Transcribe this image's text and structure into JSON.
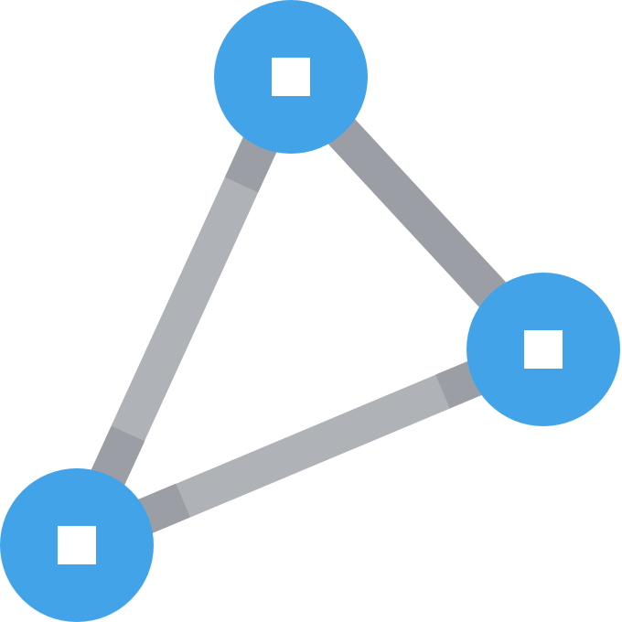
{
  "icon": {
    "name": "network-triangle-icon",
    "colors": {
      "node": "#42A3E8",
      "node_center": "#FFFFFF",
      "edge_light": "#AFB2B6",
      "edge_dark": "#9B9FA5",
      "background": "#FFFFFF"
    },
    "nodes": [
      "top",
      "right",
      "bottom-left"
    ],
    "edges": [
      [
        "top",
        "bottom-left"
      ],
      [
        "top",
        "right"
      ],
      [
        "right",
        "bottom-left"
      ]
    ]
  }
}
